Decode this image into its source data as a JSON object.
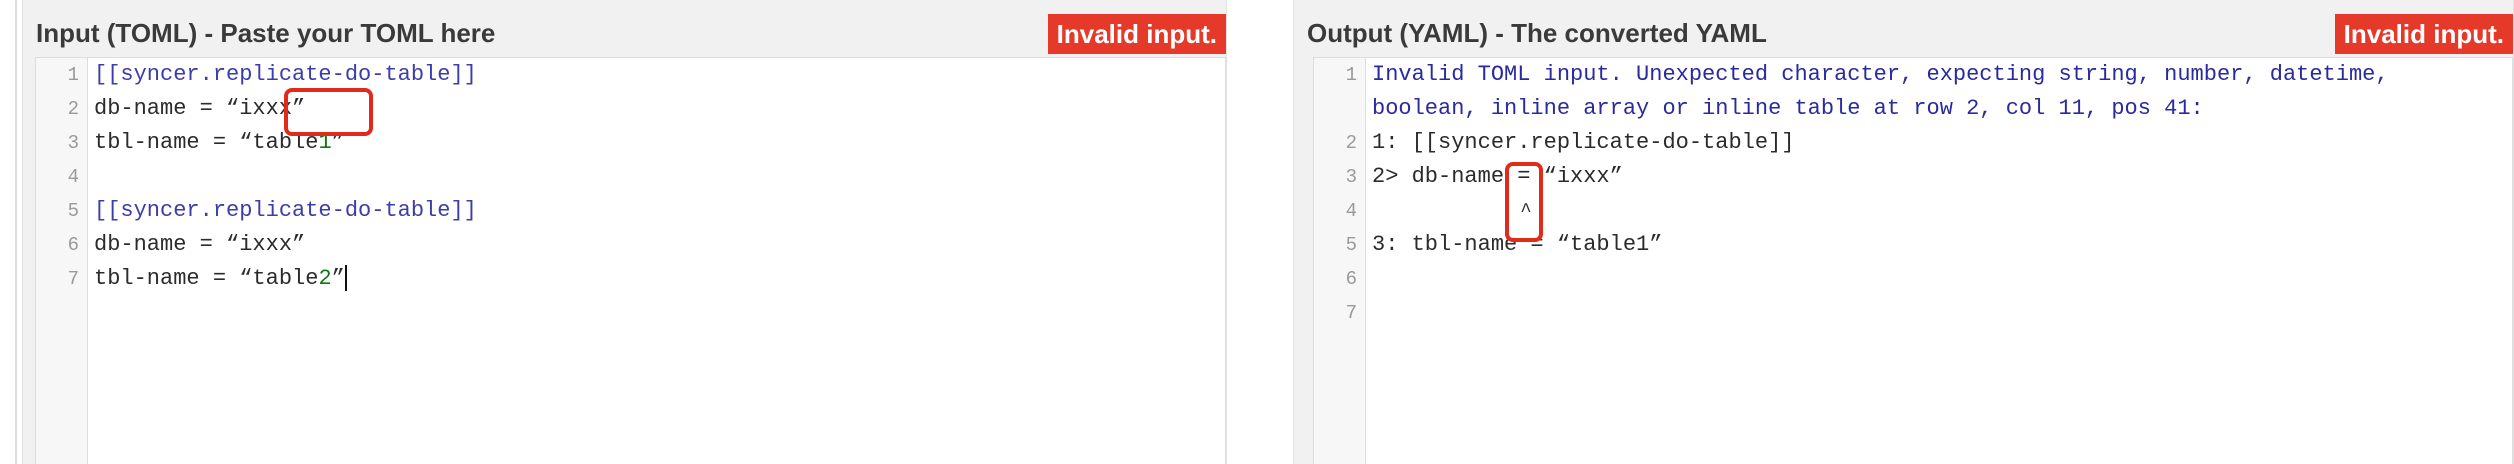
{
  "input_panel": {
    "title": "Input (TOML) - Paste your TOML here",
    "badge": "Invalid input.",
    "lines": [
      {
        "no": "1",
        "a": "[[syncer.replicate-do-table]]",
        "b": ""
      },
      {
        "no": "2",
        "a": "db-name = “ixxx”",
        "b": ""
      },
      {
        "no": "3",
        "a": "tbl-name = “table",
        "b": "1",
        "c": "”"
      },
      {
        "no": "4",
        "a": "",
        "b": ""
      },
      {
        "no": "5",
        "a": "[[syncer.replicate-do-table]]",
        "b": ""
      },
      {
        "no": "6",
        "a": "db-name = “ixxx”",
        "b": ""
      },
      {
        "no": "7",
        "a": "tbl-name = “table",
        "b": "2",
        "c": "”"
      }
    ]
  },
  "output_panel": {
    "title": "Output (YAML) - The converted YAML",
    "badge": "Invalid input.",
    "lines": [
      {
        "no": "1",
        "text": "Invalid TOML input. Unexpected character, expecting string, number, datetime,"
      },
      {
        "no": "",
        "text": "boolean, inline array or inline table at row 2, col 11, pos 41:"
      },
      {
        "no": "2",
        "text": "1: [[syncer.replicate-do-table]]"
      },
      {
        "no": "3",
        "text": "2> db-name = “ixxx”"
      },
      {
        "no": "4",
        "text": "             ^"
      },
      {
        "no": "5",
        "text": "3: tbl-name = “table1”"
      },
      {
        "no": "6",
        "text": ""
      },
      {
        "no": "7",
        "text": ""
      }
    ]
  },
  "colors": {
    "badge_bg": "#e53a2a",
    "highlight": "#e02b1a",
    "keyword": "#3c3caa",
    "number": "#117711"
  }
}
